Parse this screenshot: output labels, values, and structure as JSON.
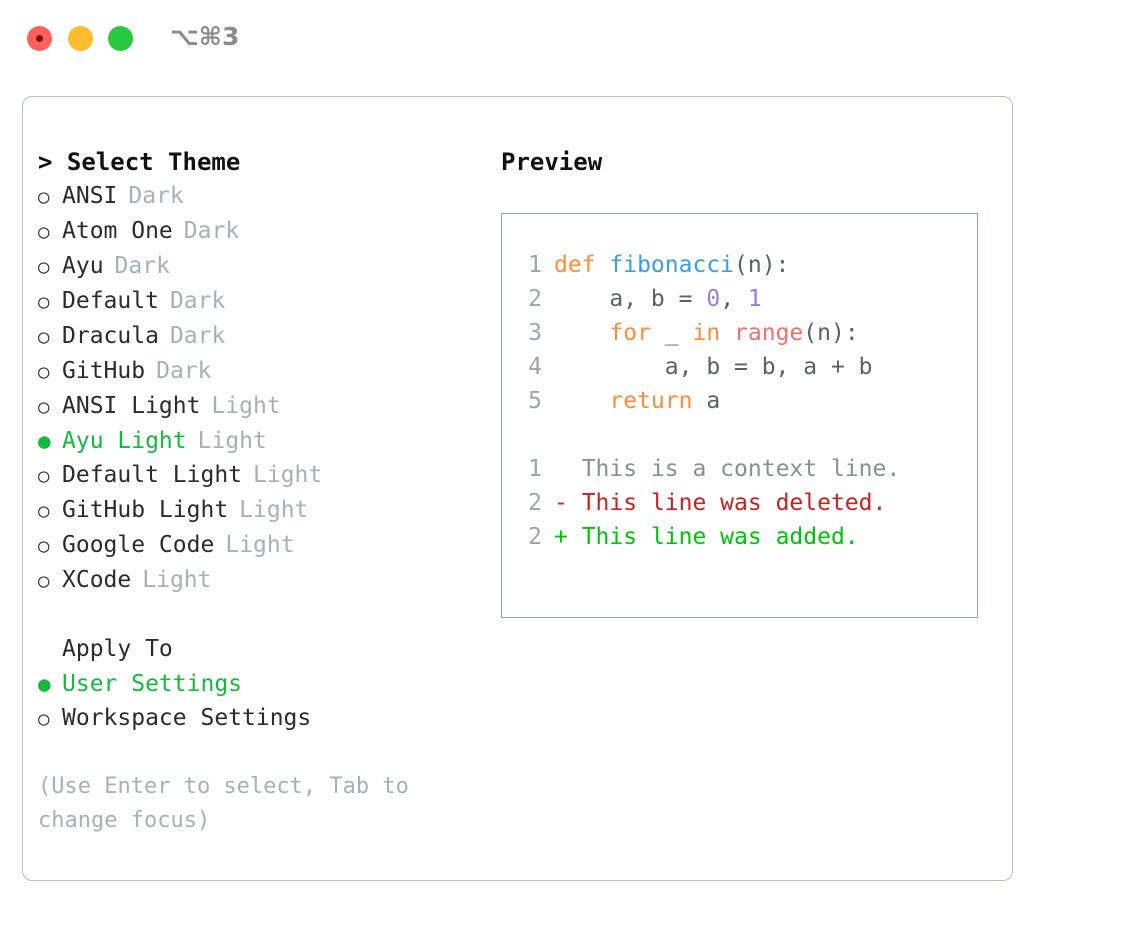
{
  "titlebar": {
    "shortcut": "⌥⌘3",
    "buttons": {
      "close": "close-button",
      "minimize": "minimize-button",
      "maximize": "maximize-button"
    }
  },
  "theme_list": {
    "header": "> Select Theme",
    "items": [
      {
        "bullet": "○",
        "label": "ANSI",
        "tag": "Dark",
        "selected": false
      },
      {
        "bullet": "○",
        "label": "Atom One",
        "tag": "Dark",
        "selected": false
      },
      {
        "bullet": "○",
        "label": "Ayu",
        "tag": "Dark",
        "selected": false
      },
      {
        "bullet": "○",
        "label": "Default",
        "tag": "Dark",
        "selected": false
      },
      {
        "bullet": "○",
        "label": "Dracula",
        "tag": "Dark",
        "selected": false
      },
      {
        "bullet": "○",
        "label": "GitHub",
        "tag": "Dark",
        "selected": false
      },
      {
        "bullet": "○",
        "label": "ANSI Light",
        "tag": "Light",
        "selected": false
      },
      {
        "bullet": "●",
        "label": "Ayu Light",
        "tag": "Light",
        "selected": true
      },
      {
        "bullet": "○",
        "label": "Default Light",
        "tag": "Light",
        "selected": false
      },
      {
        "bullet": "○",
        "label": "GitHub Light",
        "tag": "Light",
        "selected": false
      },
      {
        "bullet": "○",
        "label": "Google Code",
        "tag": "Light",
        "selected": false
      },
      {
        "bullet": "○",
        "label": "XCode",
        "tag": "Light",
        "selected": false
      }
    ]
  },
  "apply_to": {
    "header": "Apply To",
    "items": [
      {
        "bullet": "●",
        "label": "User Settings",
        "selected": true
      },
      {
        "bullet": "○",
        "label": "Workspace Settings",
        "selected": false
      }
    ]
  },
  "hint": "(Use Enter to select, Tab to change focus)",
  "preview": {
    "header": "Preview",
    "code_lines": [
      {
        "no": "1",
        "tokens": [
          {
            "t": "def ",
            "c": "kw"
          },
          {
            "t": "fibonacci",
            "c": "fn"
          },
          {
            "t": "(n):",
            "c": "pl"
          }
        ]
      },
      {
        "no": "2",
        "tokens": [
          {
            "t": "    a, b = ",
            "c": "pl"
          },
          {
            "t": "0",
            "c": "num"
          },
          {
            "t": ", ",
            "c": "pl"
          },
          {
            "t": "1",
            "c": "num"
          }
        ]
      },
      {
        "no": "3",
        "tokens": [
          {
            "t": "    ",
            "c": "pl"
          },
          {
            "t": "for",
            "c": "kw"
          },
          {
            "t": " _ ",
            "c": "pl"
          },
          {
            "t": "in",
            "c": "kw"
          },
          {
            "t": " ",
            "c": "pl"
          },
          {
            "t": "range",
            "c": "bi"
          },
          {
            "t": "(n):",
            "c": "pl"
          }
        ]
      },
      {
        "no": "4",
        "tokens": [
          {
            "t": "        a, b = b, a + b",
            "c": "pl"
          }
        ]
      },
      {
        "no": "5",
        "tokens": [
          {
            "t": "    ",
            "c": "pl"
          },
          {
            "t": "return",
            "c": "kw"
          },
          {
            "t": " a",
            "c": "pl"
          }
        ]
      }
    ],
    "diff_lines": [
      {
        "no": "1",
        "marker": " ",
        "text": " This is a context line.",
        "kind": "ctx"
      },
      {
        "no": "2",
        "marker": "-",
        "text": " This line was deleted.",
        "kind": "del"
      },
      {
        "no": "2",
        "marker": "+",
        "text": " This line was added.",
        "kind": "add"
      }
    ]
  },
  "colors": {
    "accent_green": "#17b83e",
    "muted": "#a6b0bb",
    "border": "#b6bfc9",
    "preview_border": "#97a3b2",
    "keyword": "#fa8d3e",
    "function": "#399ee6",
    "number": "#a37acc",
    "builtin": "#f07171",
    "plain": "#5c6166",
    "lineno": "#9aa5b1",
    "diff_context": "#8a8f94",
    "diff_deleted": "#cc1f1f",
    "diff_added": "#00c40a"
  }
}
